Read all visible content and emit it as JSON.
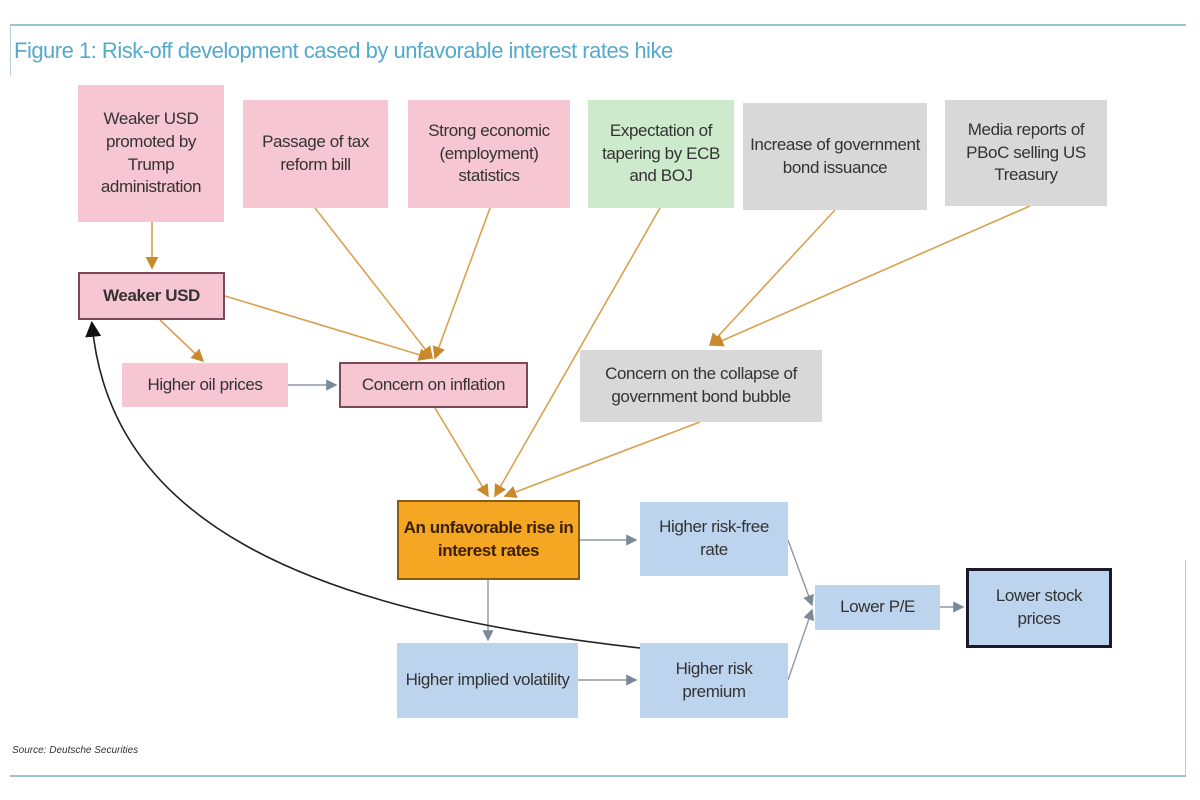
{
  "title": "Figure 1: Risk-off development cased by unfavorable interest rates hike",
  "source": "Source: Deutsche Securities",
  "nodes": {
    "weaker_usd_trump": "Weaker USD promoted by Trump administration",
    "tax_reform": "Passage of tax reform bill",
    "strong_economic": "Strong economic (employment) statistics",
    "tapering": "Expectation of tapering by ECB and BOJ",
    "bond_issuance": "Increase of government bond issuance",
    "pboc": "Media reports of PBoC selling US Treasury",
    "weaker_usd": "Weaker USD",
    "oil": "Higher oil prices",
    "inflation": "Concern on inflation",
    "bond_bubble": "Concern on the collapse of government bond bubble",
    "rate_rise": "An unfavorable rise in interest rates",
    "risk_free": "Higher risk-free rate",
    "pe": "Lower P/E",
    "stock": "Lower stock prices",
    "volatility": "Higher implied volatility",
    "risk_premium": "Higher risk premium"
  },
  "colors": {
    "cause": "#f6c6d2",
    "global": "#cdeacd",
    "bond": "#d8d8d8",
    "effect": "#bcd4ee",
    "core": "#f5a623",
    "title": "#55aacc"
  }
}
